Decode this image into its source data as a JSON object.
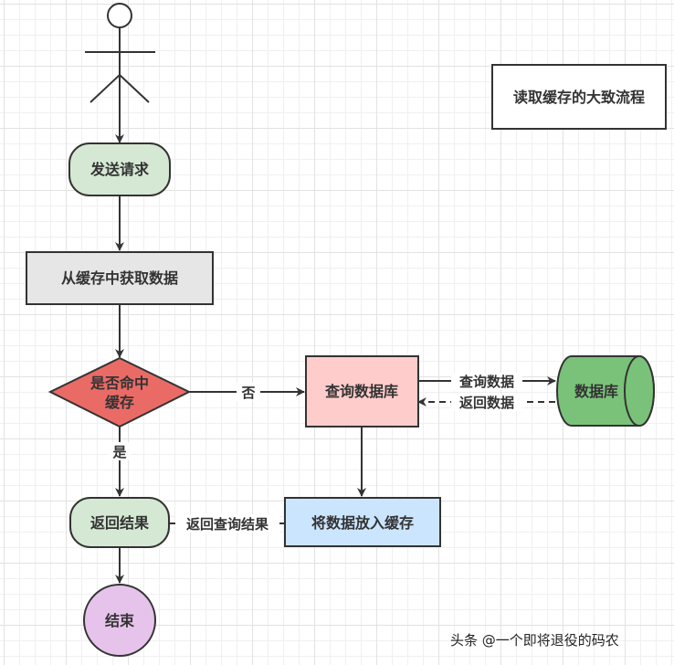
{
  "title_box": {
    "label": "读取缓存的大致流程"
  },
  "nodes": {
    "actor": {
      "label": ""
    },
    "send_request": {
      "label": "发送请求",
      "fill": "#d5e8d4"
    },
    "get_from_cache": {
      "label": "从缓存中获取数据",
      "fill": "#e6e6e6"
    },
    "cache_hit": {
      "line1": "是否命中",
      "line2": "缓存",
      "fill": "#ea6b66"
    },
    "query_db": {
      "label": "查询数据库",
      "fill": "#ffcccc"
    },
    "database": {
      "label": "数据库",
      "fill": "#7ac27a"
    },
    "put_cache": {
      "label": "将数据放入缓存",
      "fill": "#cce5ff"
    },
    "return_result": {
      "label": "返回结果",
      "fill": "#d5e8d4"
    },
    "end": {
      "label": "结束",
      "fill": "#e6c3eb"
    }
  },
  "edges": {
    "no": "否",
    "yes": "是",
    "query_data": "查询数据",
    "return_data": "返回数据",
    "return_query_result": "返回查询结果"
  },
  "watermark": "头条 @一个即将退役的码农"
}
